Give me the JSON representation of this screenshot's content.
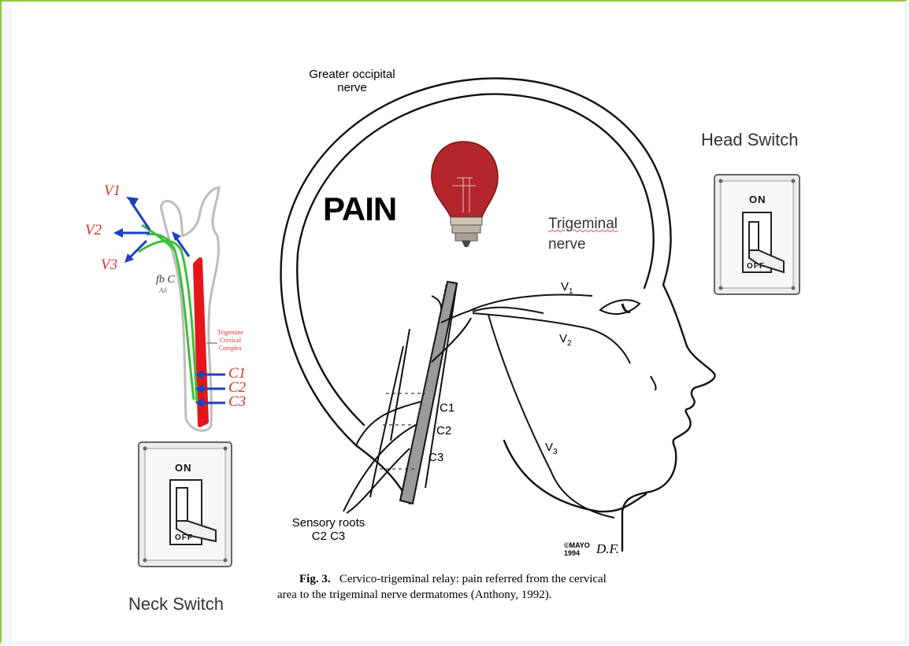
{
  "labels": {
    "greater_occipital": [
      "Greater occipital",
      "nerve"
    ],
    "pain": "PAIN",
    "trigeminal_nerve": [
      "Trigeminal",
      "nerve"
    ],
    "head_switch": "Head Switch",
    "neck_switch": "Neck Switch",
    "v1": "V",
    "v2": "V",
    "v3": "V",
    "v1_sub": "1",
    "v2_sub": "2",
    "v3_sub": "3",
    "c1": "C1",
    "c2": "C2",
    "c3": "C3",
    "sensory_roots": [
      "Sensory roots",
      "C2  C3"
    ],
    "mayo": [
      "©MAYO",
      "1994"
    ],
    "initials": "D.F."
  },
  "inset": {
    "v_labels": [
      "V1",
      "V2",
      "V3"
    ],
    "c_labels": [
      "C1",
      "C2",
      "C3"
    ],
    "fiber_label": "fb C",
    "fiber_sub": "Aδ",
    "complex_label": [
      "Trigemine",
      "Cervical",
      "Complex"
    ]
  },
  "switches": {
    "on": "ON",
    "off": "OFF"
  },
  "caption": {
    "lead": "Fig. 3.",
    "text_line1": "Cervico-trigeminal relay: pain referred from the cervical",
    "text_line2": "area to the trigeminal nerve dermatomes (Anthony, 1992)."
  },
  "colors": {
    "frame_accent": "#8cc63f",
    "bulb_red": "#b3262b",
    "nerve_red": "#e5161a",
    "nerve_green": "#3cbf3c",
    "arrow_blue": "#1f3fbf",
    "label_red": "#d9312b"
  }
}
